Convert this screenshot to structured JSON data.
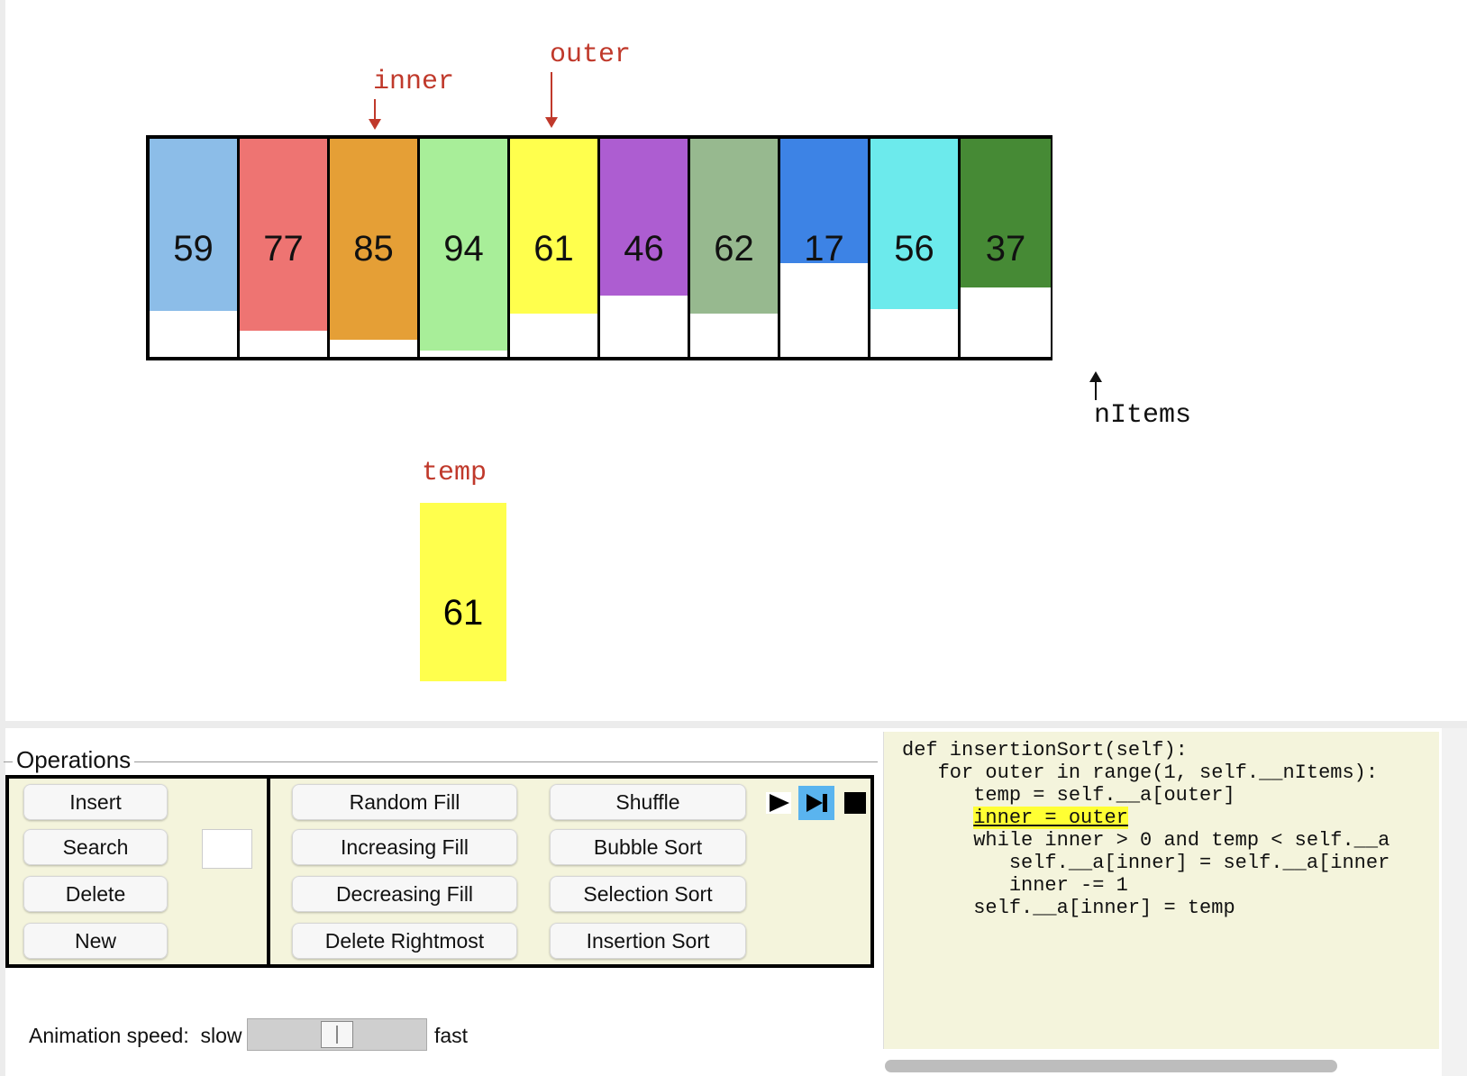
{
  "visualization": {
    "pointers": {
      "inner": "inner",
      "outer": "outer",
      "nItems": "nItems",
      "temp": "temp"
    },
    "array": [
      {
        "value": "59",
        "color": "#8cbde8",
        "fill_fraction": 0.79
      },
      {
        "value": "77",
        "color": "#ee7472",
        "fill_fraction": 0.88
      },
      {
        "value": "85",
        "color": "#e59f36",
        "fill_fraction": 0.92
      },
      {
        "value": "94",
        "color": "#a8ee99",
        "fill_fraction": 0.97
      },
      {
        "value": "61",
        "color": "#ffff4d",
        "fill_fraction": 0.8
      },
      {
        "value": "46",
        "color": "#ad5dd1",
        "fill_fraction": 0.72
      },
      {
        "value": "62",
        "color": "#97b98f",
        "fill_fraction": 0.8
      },
      {
        "value": "17",
        "color": "#3d83e5",
        "fill_fraction": 0.57
      },
      {
        "value": "56",
        "color": "#6ceaec",
        "fill_fraction": 0.78
      },
      {
        "value": "37",
        "color": "#468a35",
        "fill_fraction": 0.68
      }
    ],
    "temp_value": "61",
    "temp_color": "#ffff4d",
    "pointer_color": "#c0392b"
  },
  "operations": {
    "title": "Operations",
    "buttons": {
      "insert": "Insert",
      "search": "Search",
      "delete": "Delete",
      "new": "New",
      "random_fill": "Random Fill",
      "increasing_fill": "Increasing Fill",
      "decreasing_fill": "Decreasing Fill",
      "delete_rightmost": "Delete Rightmost",
      "shuffle": "Shuffle",
      "bubble_sort": "Bubble Sort",
      "selection_sort": "Selection Sort",
      "insertion_sort": "Insertion Sort"
    },
    "input_value": "",
    "controls": [
      "play-icon",
      "step-icon",
      "stop-icon"
    ]
  },
  "code": {
    "lines": [
      "def insertionSort(self):",
      "   for outer in range(1, self.__nItems):",
      "      temp = self.__a[outer]",
      "      inner = outer",
      "      while inner > 0 and temp < self.__a",
      "         self.__a[inner] = self.__a[inner",
      "         inner -= 1",
      "      self.__a[inner] = temp"
    ],
    "highlighted_line": 3
  },
  "speed": {
    "label": "Animation speed:",
    "slow": "slow",
    "fast": "fast",
    "value_fraction": 0.5
  }
}
